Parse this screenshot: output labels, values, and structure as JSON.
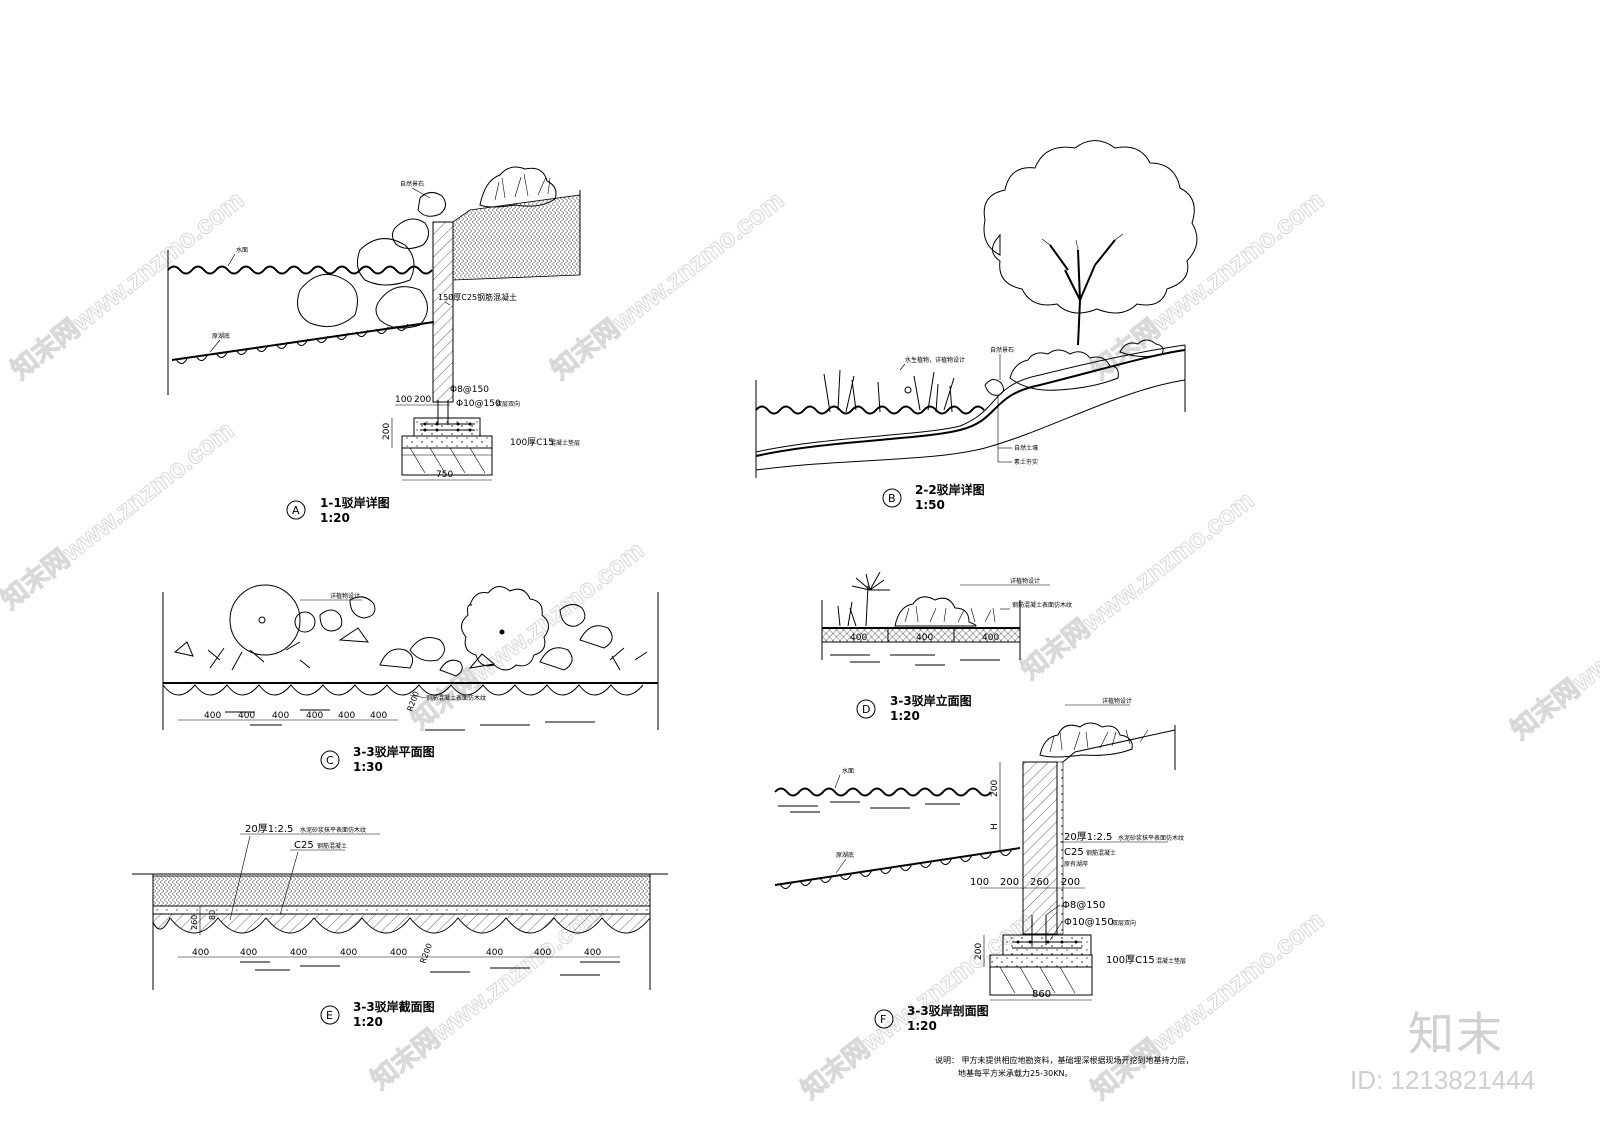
{
  "watermark": {
    "site": "知末网www.znzmo.com",
    "brand": "知末",
    "id": "ID: 1213821444"
  },
  "A": {
    "badge": "A",
    "title": "1-1驳岸详图",
    "scale": "1:20",
    "water_label": "水面",
    "bed_label": "原湖底",
    "rock_label": "自然景石",
    "wall_label": "150厚C25钢筋混凝土",
    "rebar1": "Φ8@150",
    "rebar2": "Φ10@150",
    "rebar2_note": "双层双向",
    "base_label": "100厚C15",
    "base_note": "混凝土垫层",
    "dim_100": "100",
    "dim_200": "200",
    "dim_v200": "200",
    "dim_750": "750"
  },
  "B": {
    "badge": "B",
    "title": "2-2驳岸详图",
    "scale": "1:50",
    "plant_label": "水生植物，详植物设计",
    "rock_label": "自然景石",
    "soil1": "自然土壤",
    "soil2": "素土夯实"
  },
  "C": {
    "badge": "C",
    "title": "3-3驳岸平面图",
    "scale": "1:30",
    "plant_label": "详植物设计",
    "edge_label": "钢筋混凝土表面仿木纹",
    "dims": [
      "400",
      "400",
      "400",
      "400",
      "400",
      "400"
    ],
    "radius": "R200"
  },
  "D": {
    "badge": "D",
    "title": "3-3驳岸立面图",
    "scale": "1:20",
    "plant_label": "详植物设计",
    "edge_label": "钢筋混凝土表面仿木纹",
    "dims": [
      "400",
      "400",
      "400"
    ]
  },
  "E": {
    "badge": "E",
    "title": "3-3驳岸截面图",
    "scale": "1:20",
    "layer1": "20厚1:2.5",
    "layer1_note": "水泥砂浆抹平表面仿木纹",
    "layer2": "C25",
    "layer2_note": "钢筋混凝土",
    "dim_260": "260",
    "dim_80": "80",
    "radius": "R200",
    "dims": [
      "400",
      "400",
      "400",
      "400",
      "400",
      "400",
      "400",
      "400"
    ]
  },
  "F": {
    "badge": "F",
    "title": "3-3驳岸剖面图",
    "scale": "1:20",
    "plant_label": "详植物设计",
    "water_label": "水面",
    "bed_label": "原湖底",
    "dim_top200": "200",
    "dim_H": "H",
    "layer1": "20厚1:2.5",
    "layer1_note": "水泥砂浆抹平表面仿木纹",
    "layer2": "C25",
    "layer2_note": "钢筋混凝土",
    "layer3_note": "原有湖岸",
    "dims_row": [
      "100",
      "200",
      "260",
      "200"
    ],
    "rebar1": "Φ8@150",
    "rebar2": "Φ10@150",
    "rebar2_note": "双层双向",
    "base_label": "100厚C15",
    "base_note": "混凝土垫层",
    "dim_v200": "200",
    "dim_860": "860"
  },
  "notes": {
    "line1": "说明：  甲方未提供相应地勘资料，基础埋深根据现场开挖到地基持力层，",
    "line2": "地基每平方米承载力25-30KN。"
  }
}
